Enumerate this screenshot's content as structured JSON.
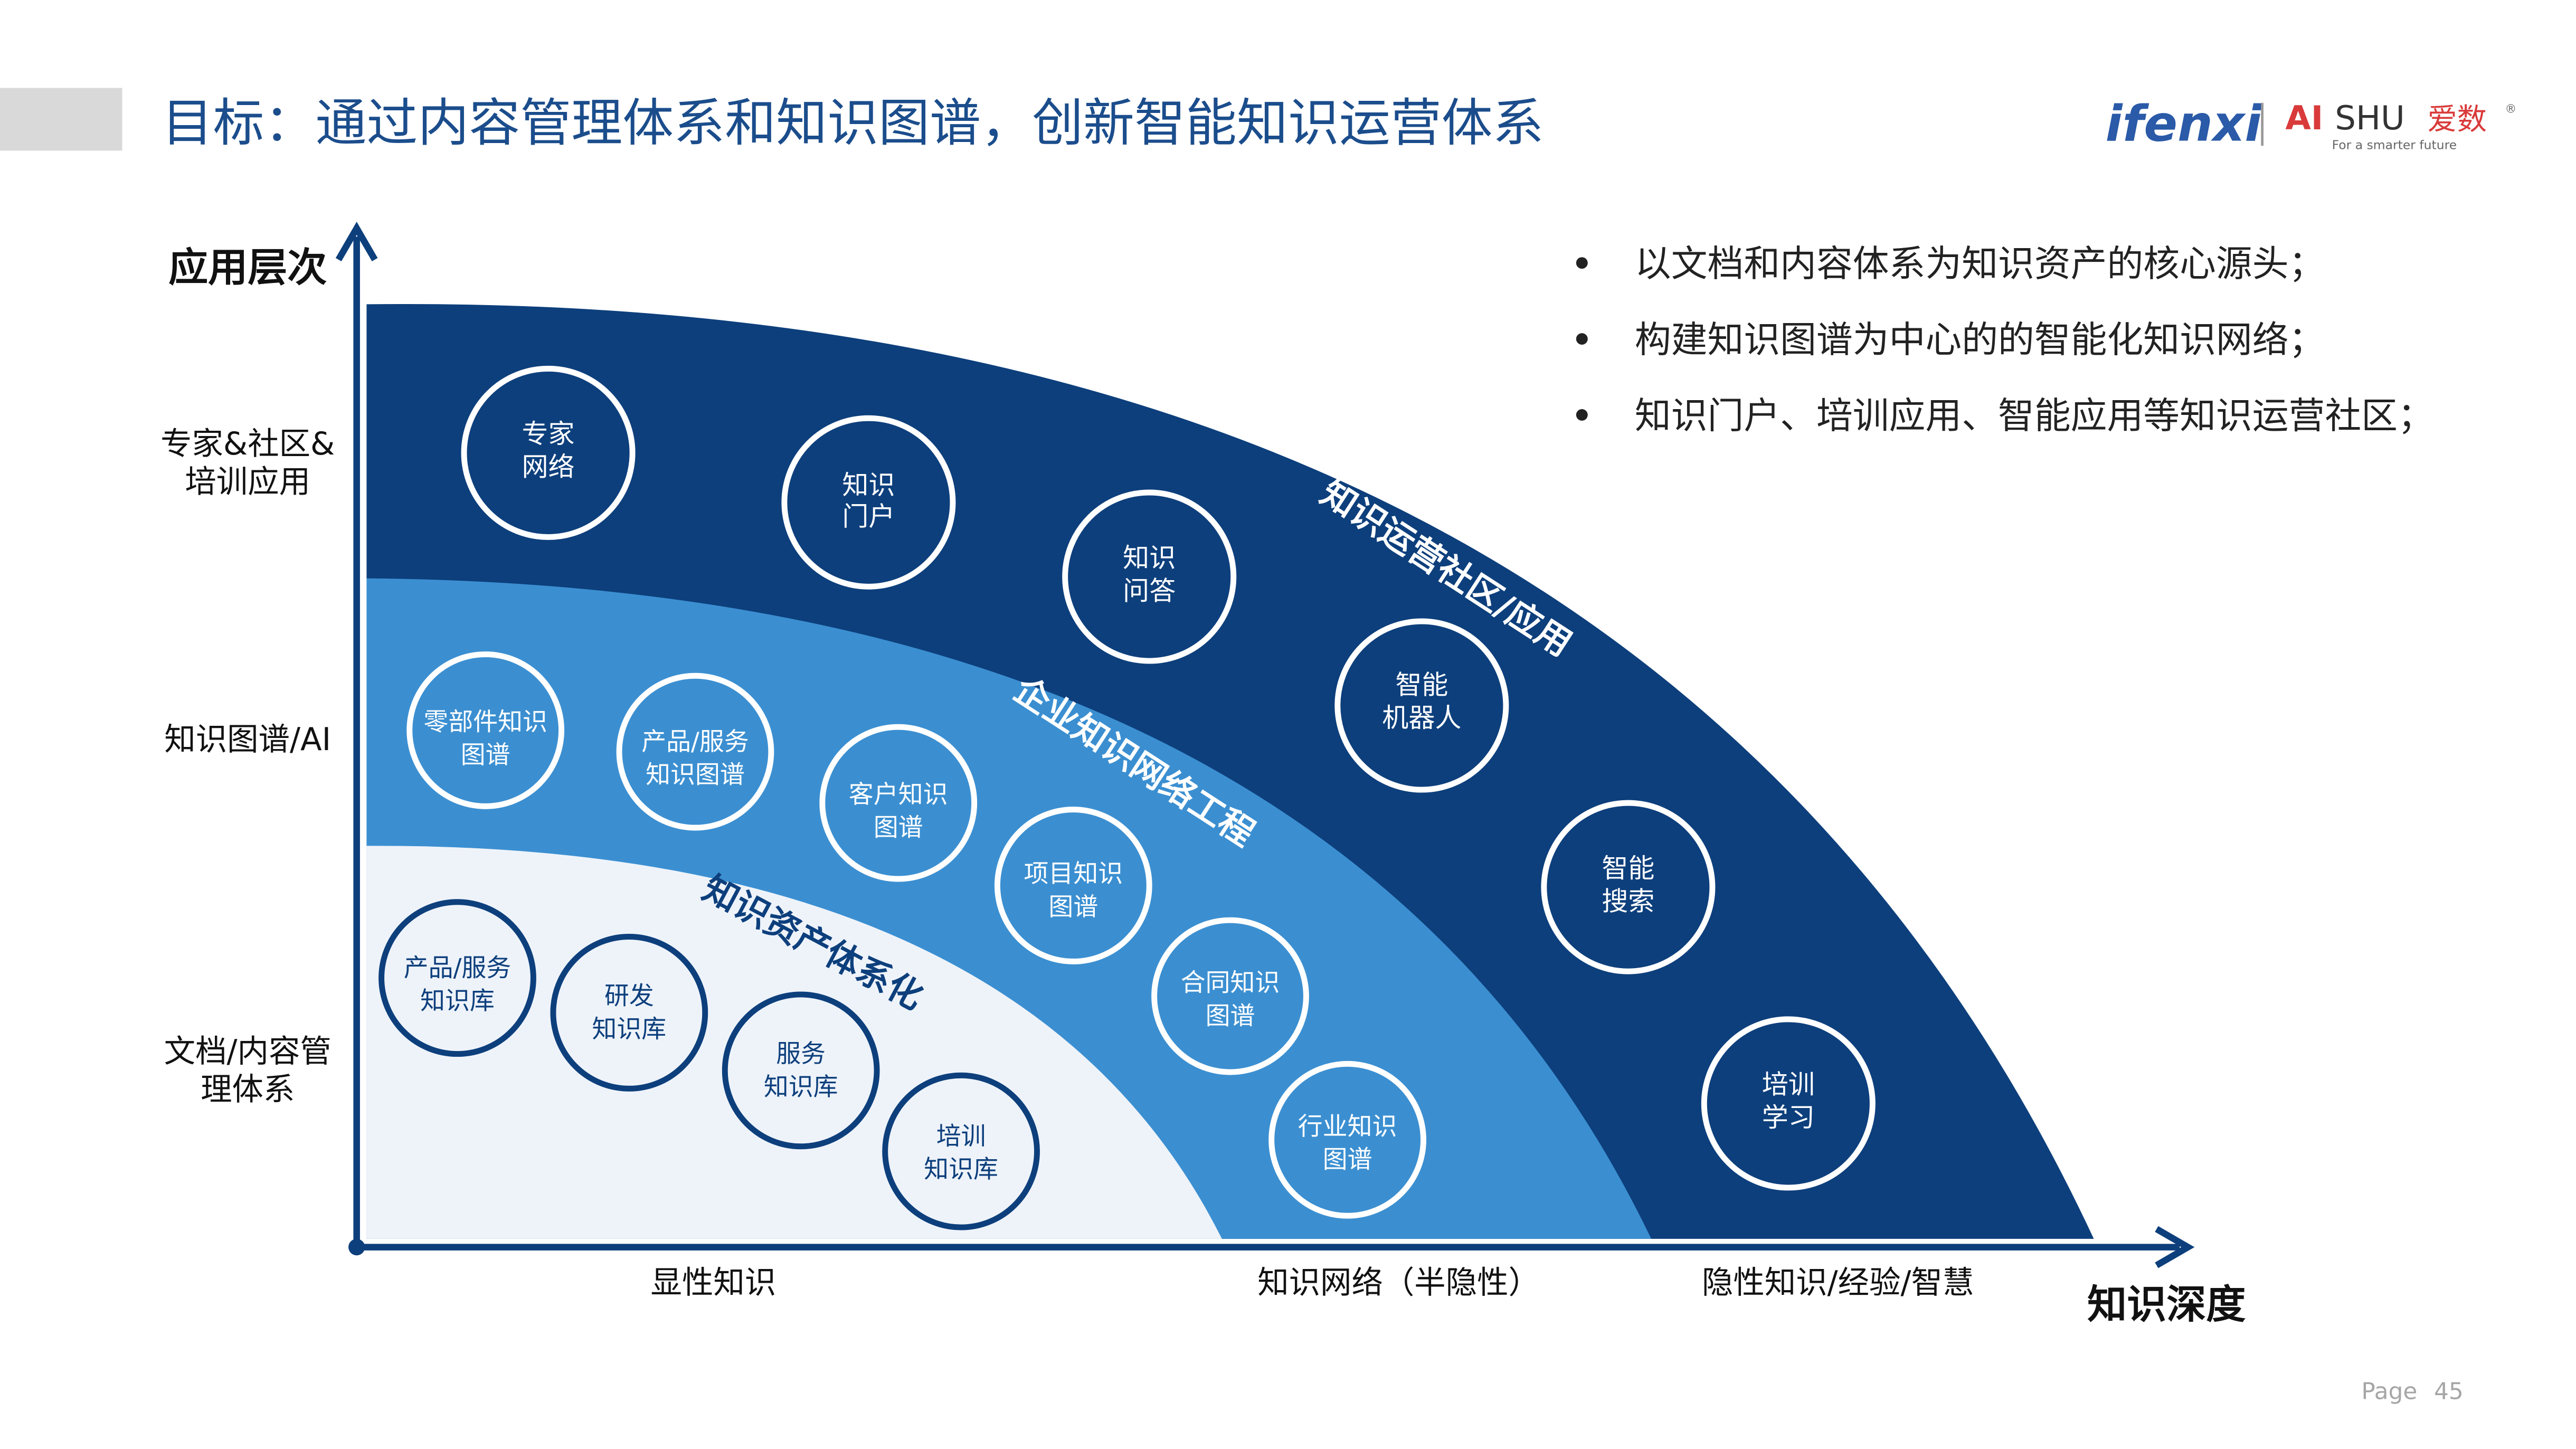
{
  "header": {
    "title": "目标：通过内容管理体系和知识图谱，创新智能知识运营体系",
    "logo_ifenxi": "ifenxi",
    "logo_aishu_ai": "AI",
    "logo_aishu_shu": "SHU",
    "logo_aishu_cn": "爱数",
    "logo_aishu_registered": "®",
    "logo_aishu_tagline": "For a smarter future"
  },
  "bullets": [
    "以文档和内容体系为知识资产的核心源头；",
    "构建知识图谱为中心的的智能化知识网络；",
    "知识门户、培训应用、智能应用等知识运营社区；"
  ],
  "axes": {
    "y_title": "应用层次",
    "x_title": "知识深度",
    "y_levels": [
      [
        "专家&社区&",
        "培训应用"
      ],
      [
        "知识图谱/AI"
      ],
      [
        "文档/内容管",
        "理体系"
      ]
    ],
    "x_levels": [
      "显性知识",
      "知识网络（半隐性）",
      "隐性知识/经验/智慧"
    ]
  },
  "bands": {
    "outer": "知识运营社区/应用",
    "middle": "企业知识网络工程",
    "inner": "知识资产体系化"
  },
  "nodes": {
    "expert_network": [
      "专家",
      "网络"
    ],
    "knowledge_portal": [
      "知识",
      "门户"
    ],
    "knowledge_qa": [
      "知识",
      "问答"
    ],
    "smart_robot": [
      "智能",
      "机器人"
    ],
    "smart_search": [
      "智能",
      "搜索"
    ],
    "training_learning": [
      "培训",
      "学习"
    ],
    "parts_graph": [
      "零部件知识",
      "图谱"
    ],
    "product_graph": [
      "产品/服务",
      "知识图谱"
    ],
    "customer_graph": [
      "客户知识",
      "图谱"
    ],
    "project_graph": [
      "项目知识",
      "图谱"
    ],
    "contract_graph": [
      "合同知识",
      "图谱"
    ],
    "industry_graph": [
      "行业知识",
      "图谱"
    ],
    "product_kb": [
      "产品/服务",
      "知识库"
    ],
    "rd_kb": [
      "研发",
      "知识库"
    ],
    "service_kb": [
      "服务",
      "知识库"
    ],
    "training_kb": [
      "培训",
      "知识库"
    ]
  },
  "footer": {
    "page_label": "Page",
    "page_number": "45"
  },
  "colors": {
    "outer_band": "#0d3f7c",
    "middle_band": "#3b8fd1",
    "inner_band": "#eef3fa",
    "accent": "#1b4d8c",
    "brand_red": "#d93a3a"
  }
}
